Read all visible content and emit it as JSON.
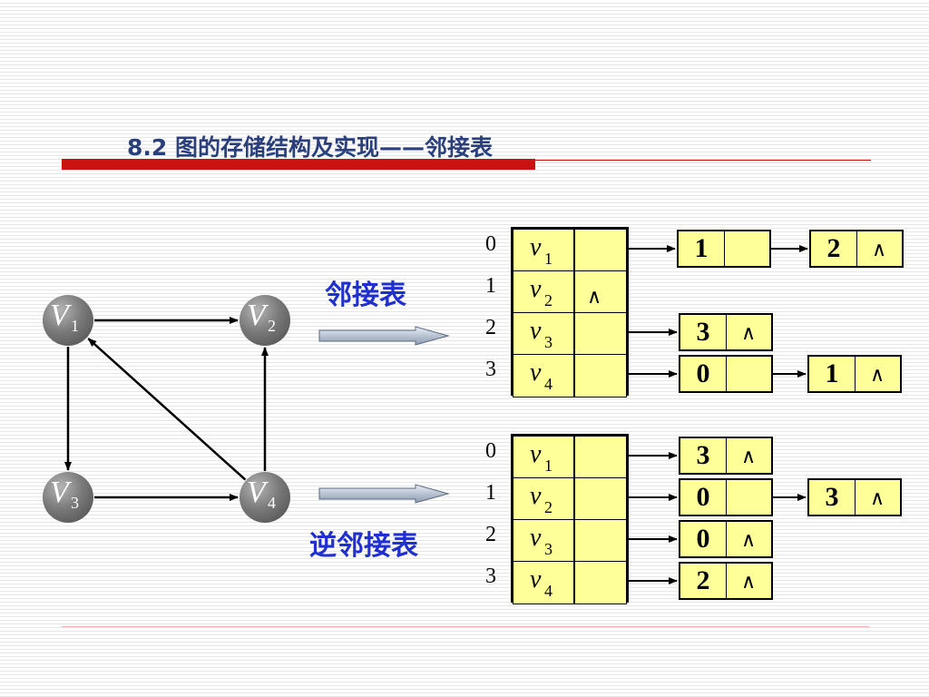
{
  "title": "8.2 图的存储结构及实现——邻接表",
  "labels": {
    "adjacency_list": "邻接表",
    "inverse_adjacency_list": "逆邻接表"
  },
  "null_symbol": "∧",
  "graph": {
    "vertices": [
      {
        "letter": "V",
        "sub": "1"
      },
      {
        "letter": "V",
        "sub": "2"
      },
      {
        "letter": "V",
        "sub": "3"
      },
      {
        "letter": "V",
        "sub": "4"
      }
    ],
    "edges": [
      {
        "from": "V1",
        "to": "V2"
      },
      {
        "from": "V1",
        "to": "V3"
      },
      {
        "from": "V4",
        "to": "V1"
      },
      {
        "from": "V4",
        "to": "V2"
      },
      {
        "from": "V3",
        "to": "V4"
      }
    ]
  },
  "adjacency_table": {
    "indices": [
      "0",
      "1",
      "2",
      "3"
    ],
    "vertices": [
      {
        "letter": "v",
        "sub": "1"
      },
      {
        "letter": "v",
        "sub": "2"
      },
      {
        "letter": "v",
        "sub": "3"
      },
      {
        "letter": "v",
        "sub": "4"
      }
    ],
    "lists": [
      [
        "1",
        "2"
      ],
      [],
      [
        "3"
      ],
      [
        "0",
        "1"
      ]
    ]
  },
  "inverse_table": {
    "indices": [
      "0",
      "1",
      "2",
      "3"
    ],
    "vertices": [
      {
        "letter": "v",
        "sub": "1"
      },
      {
        "letter": "v",
        "sub": "2"
      },
      {
        "letter": "v",
        "sub": "3"
      },
      {
        "letter": "v",
        "sub": "4"
      }
    ],
    "lists": [
      [
        "3"
      ],
      [
        "0",
        "3"
      ],
      [
        "0"
      ],
      [
        "2"
      ]
    ]
  }
}
